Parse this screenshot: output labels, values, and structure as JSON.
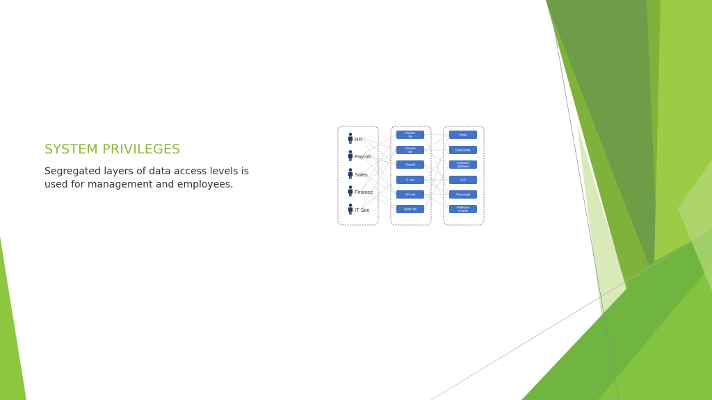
{
  "slide": {
    "title": "SYSTEM PRIVILEGES",
    "subtitle": "Segregated layers of data access levels is used for management and employees."
  },
  "diagram": {
    "people": [
      "HR",
      "Payroll",
      "Sales",
      "Finance",
      "IT Sec"
    ],
    "roles": [
      [
        "Finance",
        "role"
      ],
      [
        "General",
        "role"
      ],
      [
        "Payroll"
      ],
      [
        "IT role"
      ],
      [
        "HR role"
      ],
      [
        "Sales role"
      ]
    ],
    "systems": [
      [
        "Email"
      ],
      [
        "Data centre"
      ],
      [
        "Customer",
        "database"
      ],
      [
        "SAP"
      ],
      [
        "Time cards"
      ],
      [
        "Employee",
        "records"
      ]
    ]
  },
  "colors": {
    "accent": "#8cb83c",
    "box": "#4472c4",
    "person": "#1f3a5f"
  }
}
